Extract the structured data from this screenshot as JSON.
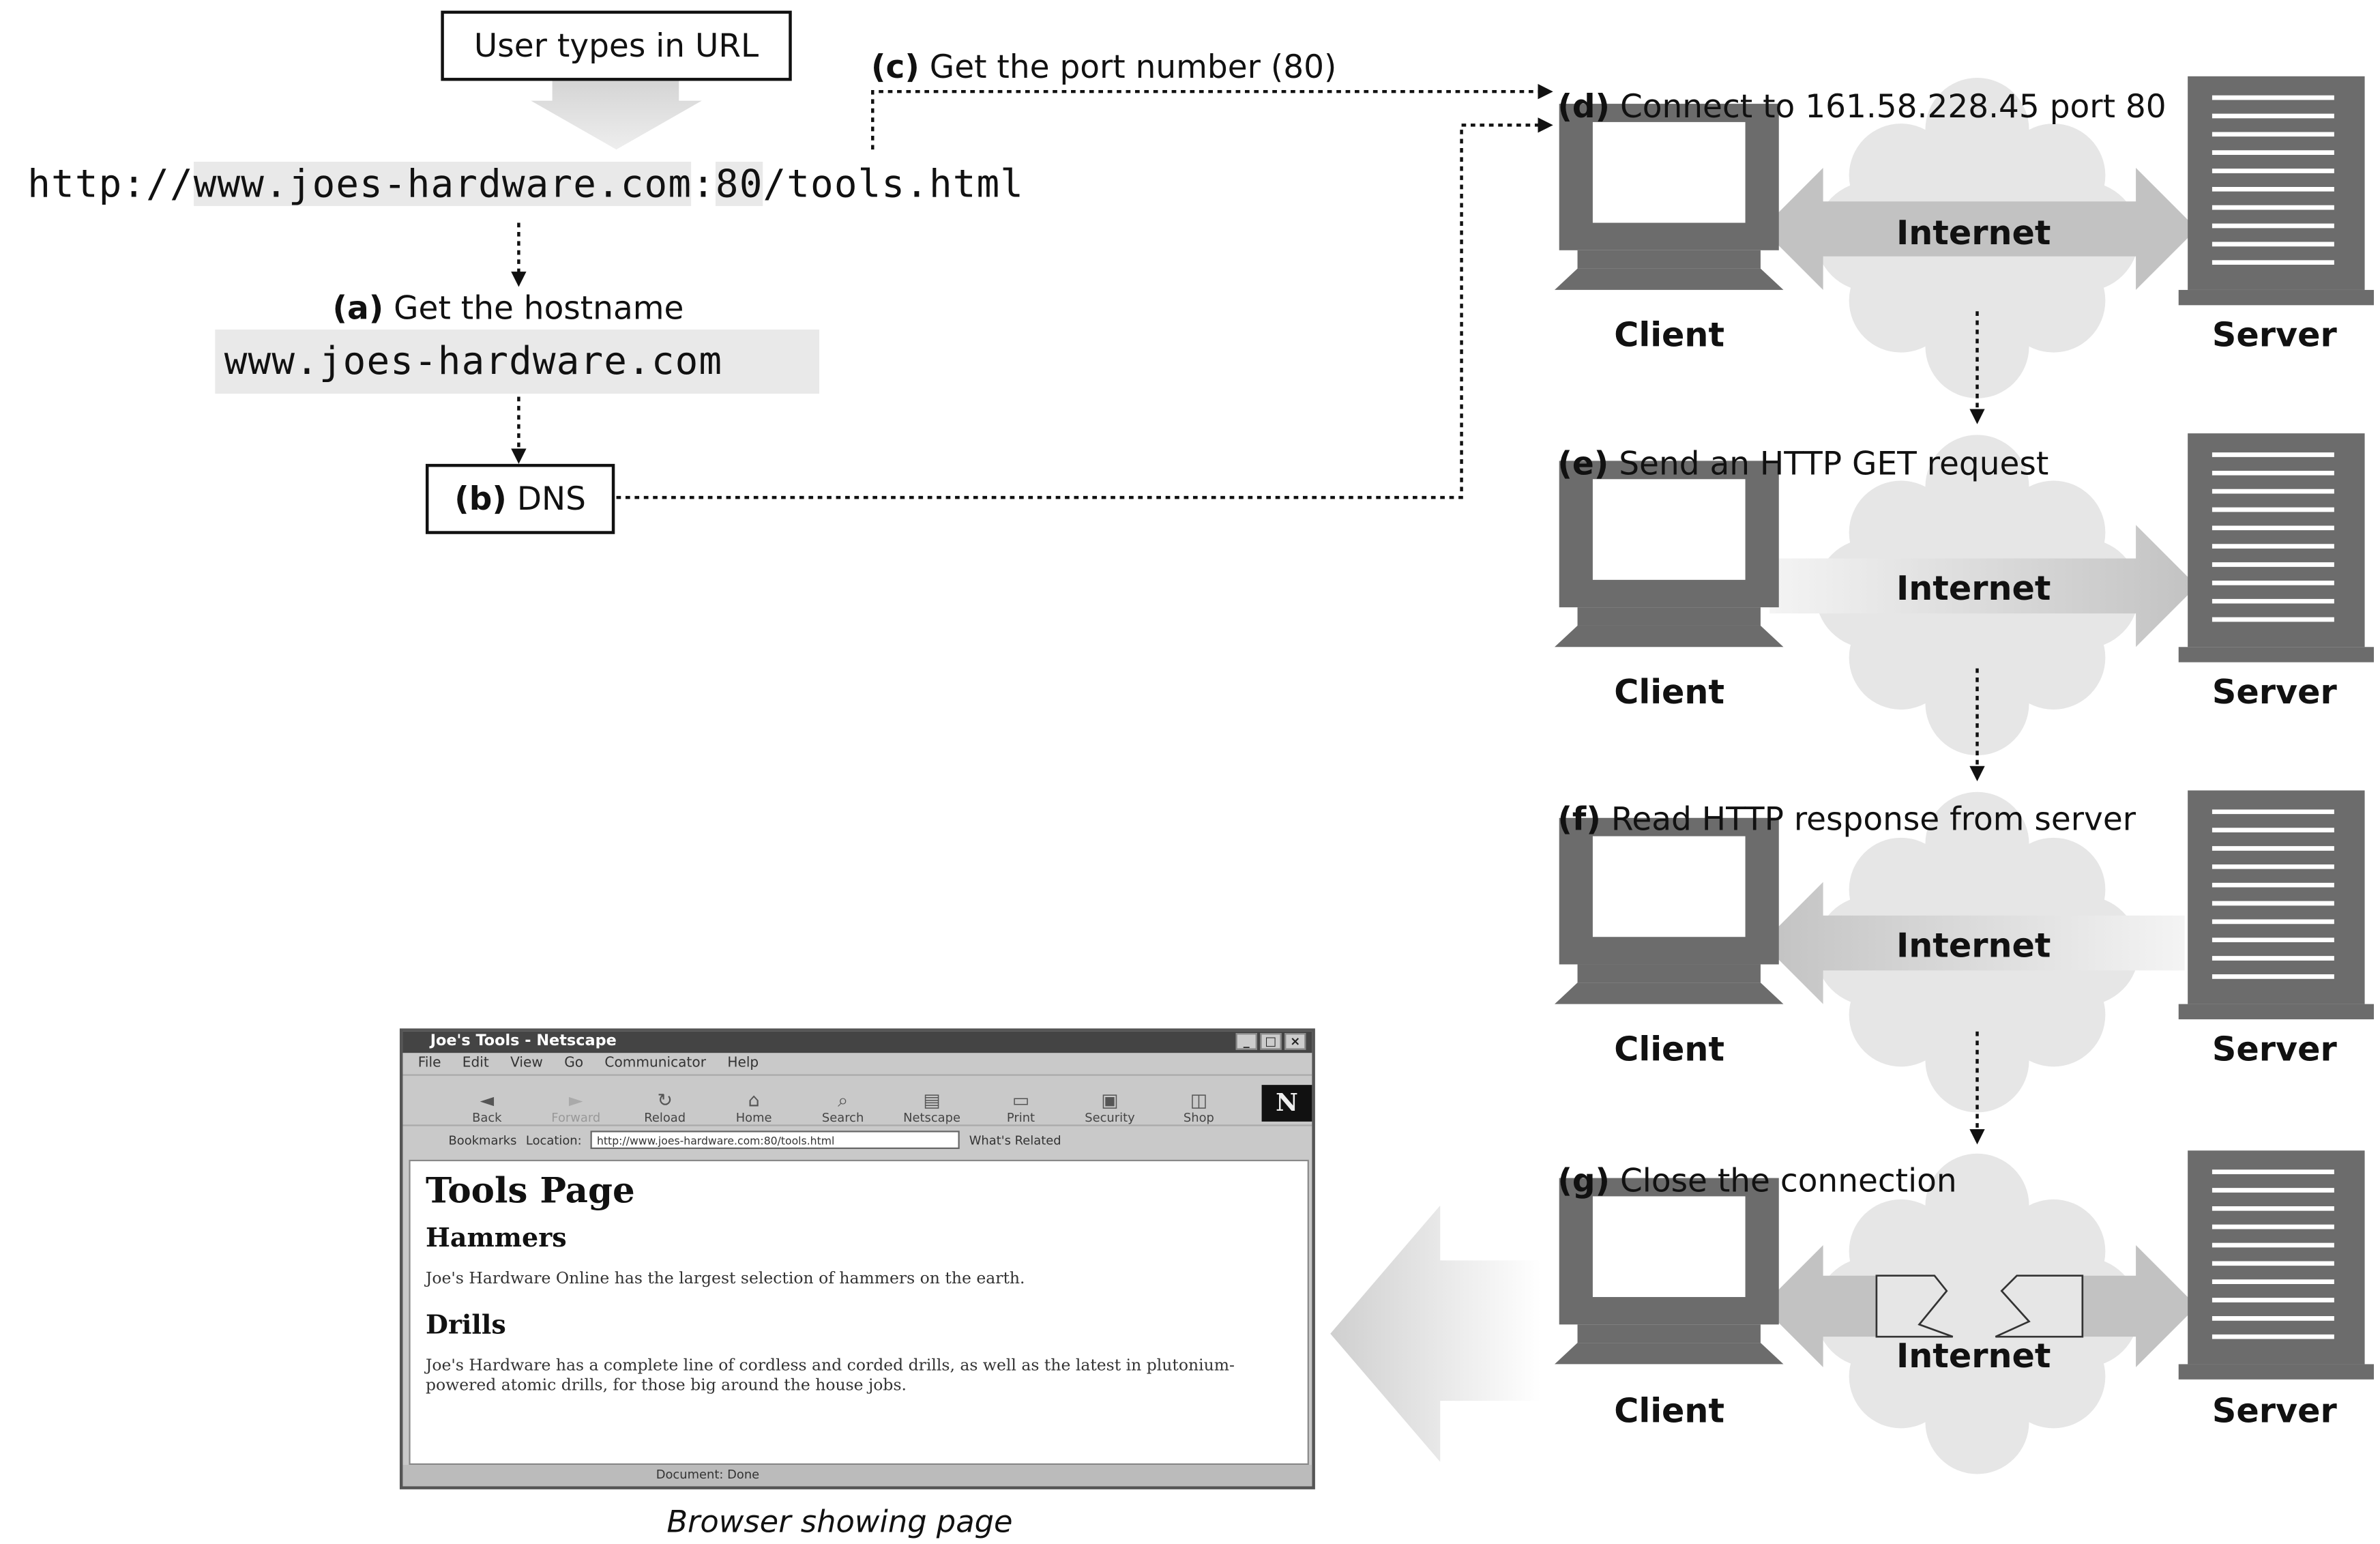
{
  "top_box": "User types in URL",
  "url": {
    "prefix": "http://",
    "host": "www.joes-hardware.com",
    "colon": ":",
    "port": "80",
    "path": "/tools.html"
  },
  "step_a": {
    "tag": "(a)",
    "text": "Get the hostname"
  },
  "hostname": "www.joes-hardware.com",
  "step_b": {
    "tag": "(b)",
    "text": "DNS"
  },
  "step_c": {
    "tag": "(c)",
    "text": "Get the port number (80)"
  },
  "step_d": {
    "tag": "(d)",
    "text": "Connect to 161.58.228.45 port 80"
  },
  "step_e": {
    "tag": "(e)",
    "text": "Send an HTTP GET request"
  },
  "step_f": {
    "tag": "(f)",
    "text": "Read HTTP response from server"
  },
  "step_g": {
    "tag": "(g)",
    "text": "Close the connection"
  },
  "labels": {
    "internet": "Internet",
    "client": "Client",
    "server": "Server"
  },
  "browser": {
    "title": "Joe's Tools - Netscape",
    "menu": [
      "File",
      "Edit",
      "View",
      "Go",
      "Communicator",
      "Help"
    ],
    "toolbar": [
      "Back",
      "Forward",
      "Reload",
      "Home",
      "Search",
      "Netscape",
      "Print",
      "Security",
      "Shop"
    ],
    "logo": "N",
    "bookmarks": "Bookmarks",
    "location_label": "Location:",
    "location_url": "http://www.joes-hardware.com:80/tools.html",
    "related": "What's Related",
    "heading": "Tools Page",
    "section1": "Hammers",
    "para1": "Joe's Hardware Online has the largest selection of hammers on the earth.",
    "section2": "Drills",
    "para2": "Joe's Hardware has a complete line of cordless and corded drills, as well as the latest in plutonium-powered atomic drills, for those big around the house jobs.",
    "status": "Document: Done"
  },
  "caption": "Browser showing page"
}
